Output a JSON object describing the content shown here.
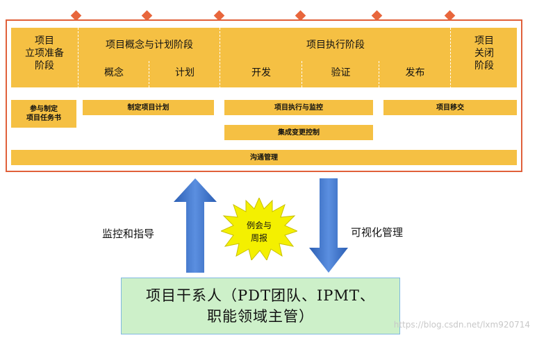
{
  "phases": {
    "initiation": [
      "项目",
      "立项准备",
      "阶段"
    ],
    "concept_planning": "项目概念与计划阶段",
    "execution": "项目执行阶段",
    "closing": [
      "项目",
      "关闭",
      "阶段"
    ]
  },
  "subphases": {
    "concept": "概念",
    "plan": "计划",
    "develop": "开发",
    "verify": "验证",
    "release": "发布"
  },
  "activities": {
    "charter": [
      "参与制定",
      "项目任务书"
    ],
    "make_plan": "制定项目计划",
    "exec_monitor": "项目执行与监控",
    "handover": "项目移交",
    "change_control": "集成变更控制",
    "communication": "沟通管理"
  },
  "labels": {
    "monitor_guide": "监控和指导",
    "visual_mgmt": "可视化管理",
    "burst": [
      "例会与",
      "周报"
    ]
  },
  "stakeholders": [
    "项目干系人（PDT团队、IPMT、",
    "职能领域主管）"
  ],
  "watermark": "https://blog.csdn.net/lxm920714",
  "colors": {
    "band": "#f5c043",
    "frame": "#e0603a",
    "diamond": "#e8663c",
    "arrow": "#3f74c8",
    "burst": "#f4f000",
    "stakeholder_box": "#cdf0c9"
  }
}
